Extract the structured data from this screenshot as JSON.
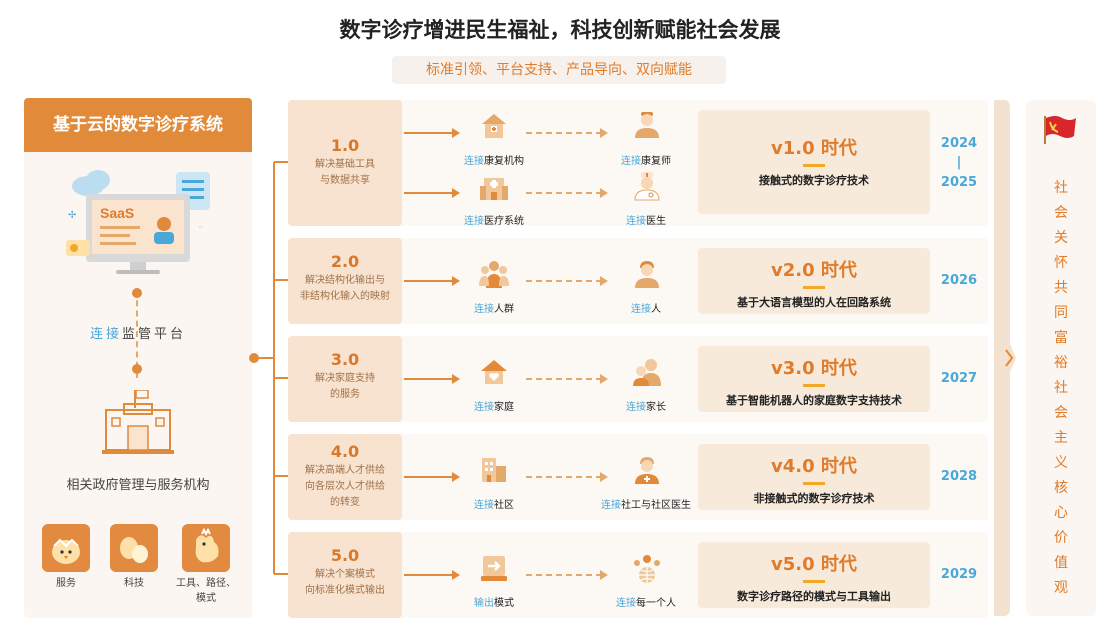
{
  "title": "数字诊疗增进民生福祉，科技创新赋能社会发展",
  "subtitle": "标准引领、平台支持、产品导向、双向赋能",
  "colors": {
    "accent": "#e08a3a",
    "link_blue": "#4aa8d8",
    "panel": "#fbf6f1",
    "era_bg": "#f7eadb"
  },
  "left": {
    "header": "基于云的数字诊疗系统",
    "saas_label": "SaaS",
    "platform": {
      "link": "连接",
      "text": "监管平台"
    },
    "gov_label": "相关政府管理与服务机构",
    "mini_items": [
      {
        "icon": "chick-icon",
        "label": "服务"
      },
      {
        "icon": "eggs-icon",
        "label": "科技"
      },
      {
        "icon": "hen-icon",
        "label": "工具、路径、",
        "label2": "模式"
      }
    ]
  },
  "rows": [
    {
      "version": "1.0",
      "desc1": "解决基础工具",
      "desc2": "与数据共享",
      "left_items": [
        {
          "icon": "rehab-center-icon",
          "link": "连接",
          "text": "康复机构"
        },
        {
          "icon": "hospital-icon",
          "link": "连接",
          "text": "医疗系统"
        }
      ],
      "right_items": [
        {
          "icon": "therapist-icon",
          "link": "连接",
          "text": "康复师"
        },
        {
          "icon": "doctor-icon",
          "link": "连接",
          "text": "医生"
        }
      ],
      "era": "v1.0 时代",
      "era_desc": "接触式的数字诊疗技术",
      "year_top": "2024",
      "year_sep": "|",
      "year_bottom": "2025"
    },
    {
      "version": "2.0",
      "desc1": "解决结构化输出与",
      "desc2": "非结构化输入的映射",
      "left_items": [
        {
          "icon": "crowd-icon",
          "link": "连接",
          "text": "人群"
        }
      ],
      "right_items": [
        {
          "icon": "person-icon",
          "link": "连接",
          "text": "人"
        }
      ],
      "era": "v2.0 时代",
      "era_desc": "基于大语言模型的人在回路系统",
      "year": "2026"
    },
    {
      "version": "3.0",
      "desc1": "解决家庭支持",
      "desc2": "的服务",
      "left_items": [
        {
          "icon": "home-icon",
          "link": "连接",
          "text": "家庭"
        }
      ],
      "right_items": [
        {
          "icon": "parent-icon",
          "link": "连接",
          "text": "家长"
        }
      ],
      "era": "v3.0 时代",
      "era_desc": "基于智能机器人的家庭数字支持技术",
      "year": "2027"
    },
    {
      "version": "4.0",
      "desc1": "解决高端人才供给",
      "desc2": "向各层次人才供给",
      "desc3": "的转变",
      "left_items": [
        {
          "icon": "community-building-icon",
          "link": "连接",
          "text": "社区"
        }
      ],
      "right_items": [
        {
          "icon": "community-doctor-icon",
          "link": "连接",
          "text": "社工与社区医生"
        }
      ],
      "era": "v4.0 时代",
      "era_desc": "非接触式的数字诊疗技术",
      "year": "2028"
    },
    {
      "version": "5.0",
      "desc1": "解决个案模式",
      "desc2": "向标准化模式输出",
      "left_items": [
        {
          "icon": "export-icon",
          "link": "输出",
          "text": "模式"
        }
      ],
      "right_items": [
        {
          "icon": "everyone-icon",
          "link": "连接",
          "text": "每一个人"
        }
      ],
      "era": "v5.0 时代",
      "era_desc": "数字诊疗路径的模式与工具输出",
      "year": "2029"
    }
  ],
  "right_panel": {
    "flag_icon": "party-flag-icon",
    "vertical_text": "社会关怀共同富裕社会主义核心价值观"
  }
}
